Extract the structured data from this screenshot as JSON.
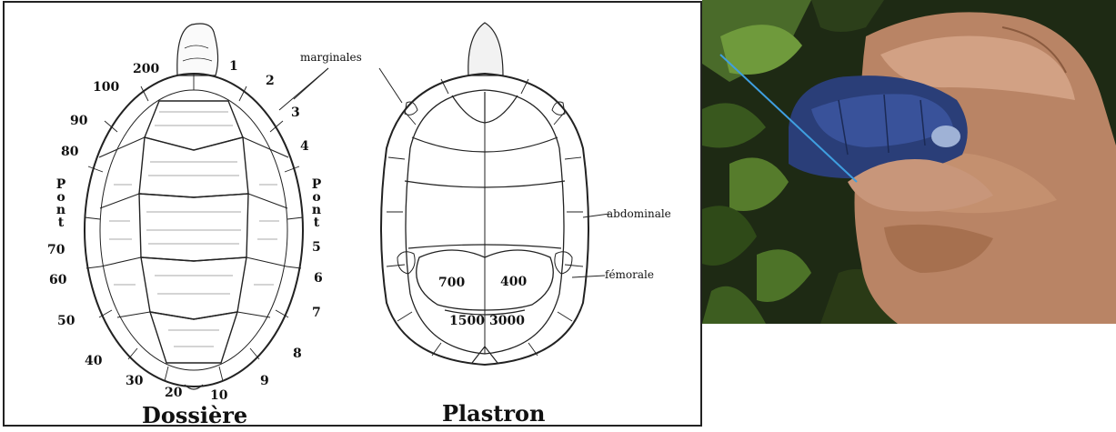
{
  "dorsal": {
    "title": "Dossière",
    "pont_left": "Pont",
    "pont_right": "Pont",
    "left_numbers": [
      "200",
      "100",
      "90",
      "80",
      "70",
      "60",
      "50",
      "40",
      "30",
      "20",
      "10"
    ],
    "right_numbers": [
      "1",
      "2",
      "3",
      "4",
      "5",
      "6",
      "7",
      "8",
      "9"
    ]
  },
  "ventral": {
    "title": "Plastron",
    "marginales_label": "marginales",
    "abdominale_label": "abdominale",
    "femorale_label": "fémorale",
    "plate_numbers": [
      "700",
      "400",
      "1500",
      "3000"
    ]
  },
  "photo": {
    "subject": "hand-holding-turtle-with-blue-line",
    "colors": {
      "foliage": "#3a5a22",
      "shell": "#2a3e78",
      "skin": "#c98f6e",
      "line": "#3f9fe0"
    }
  }
}
